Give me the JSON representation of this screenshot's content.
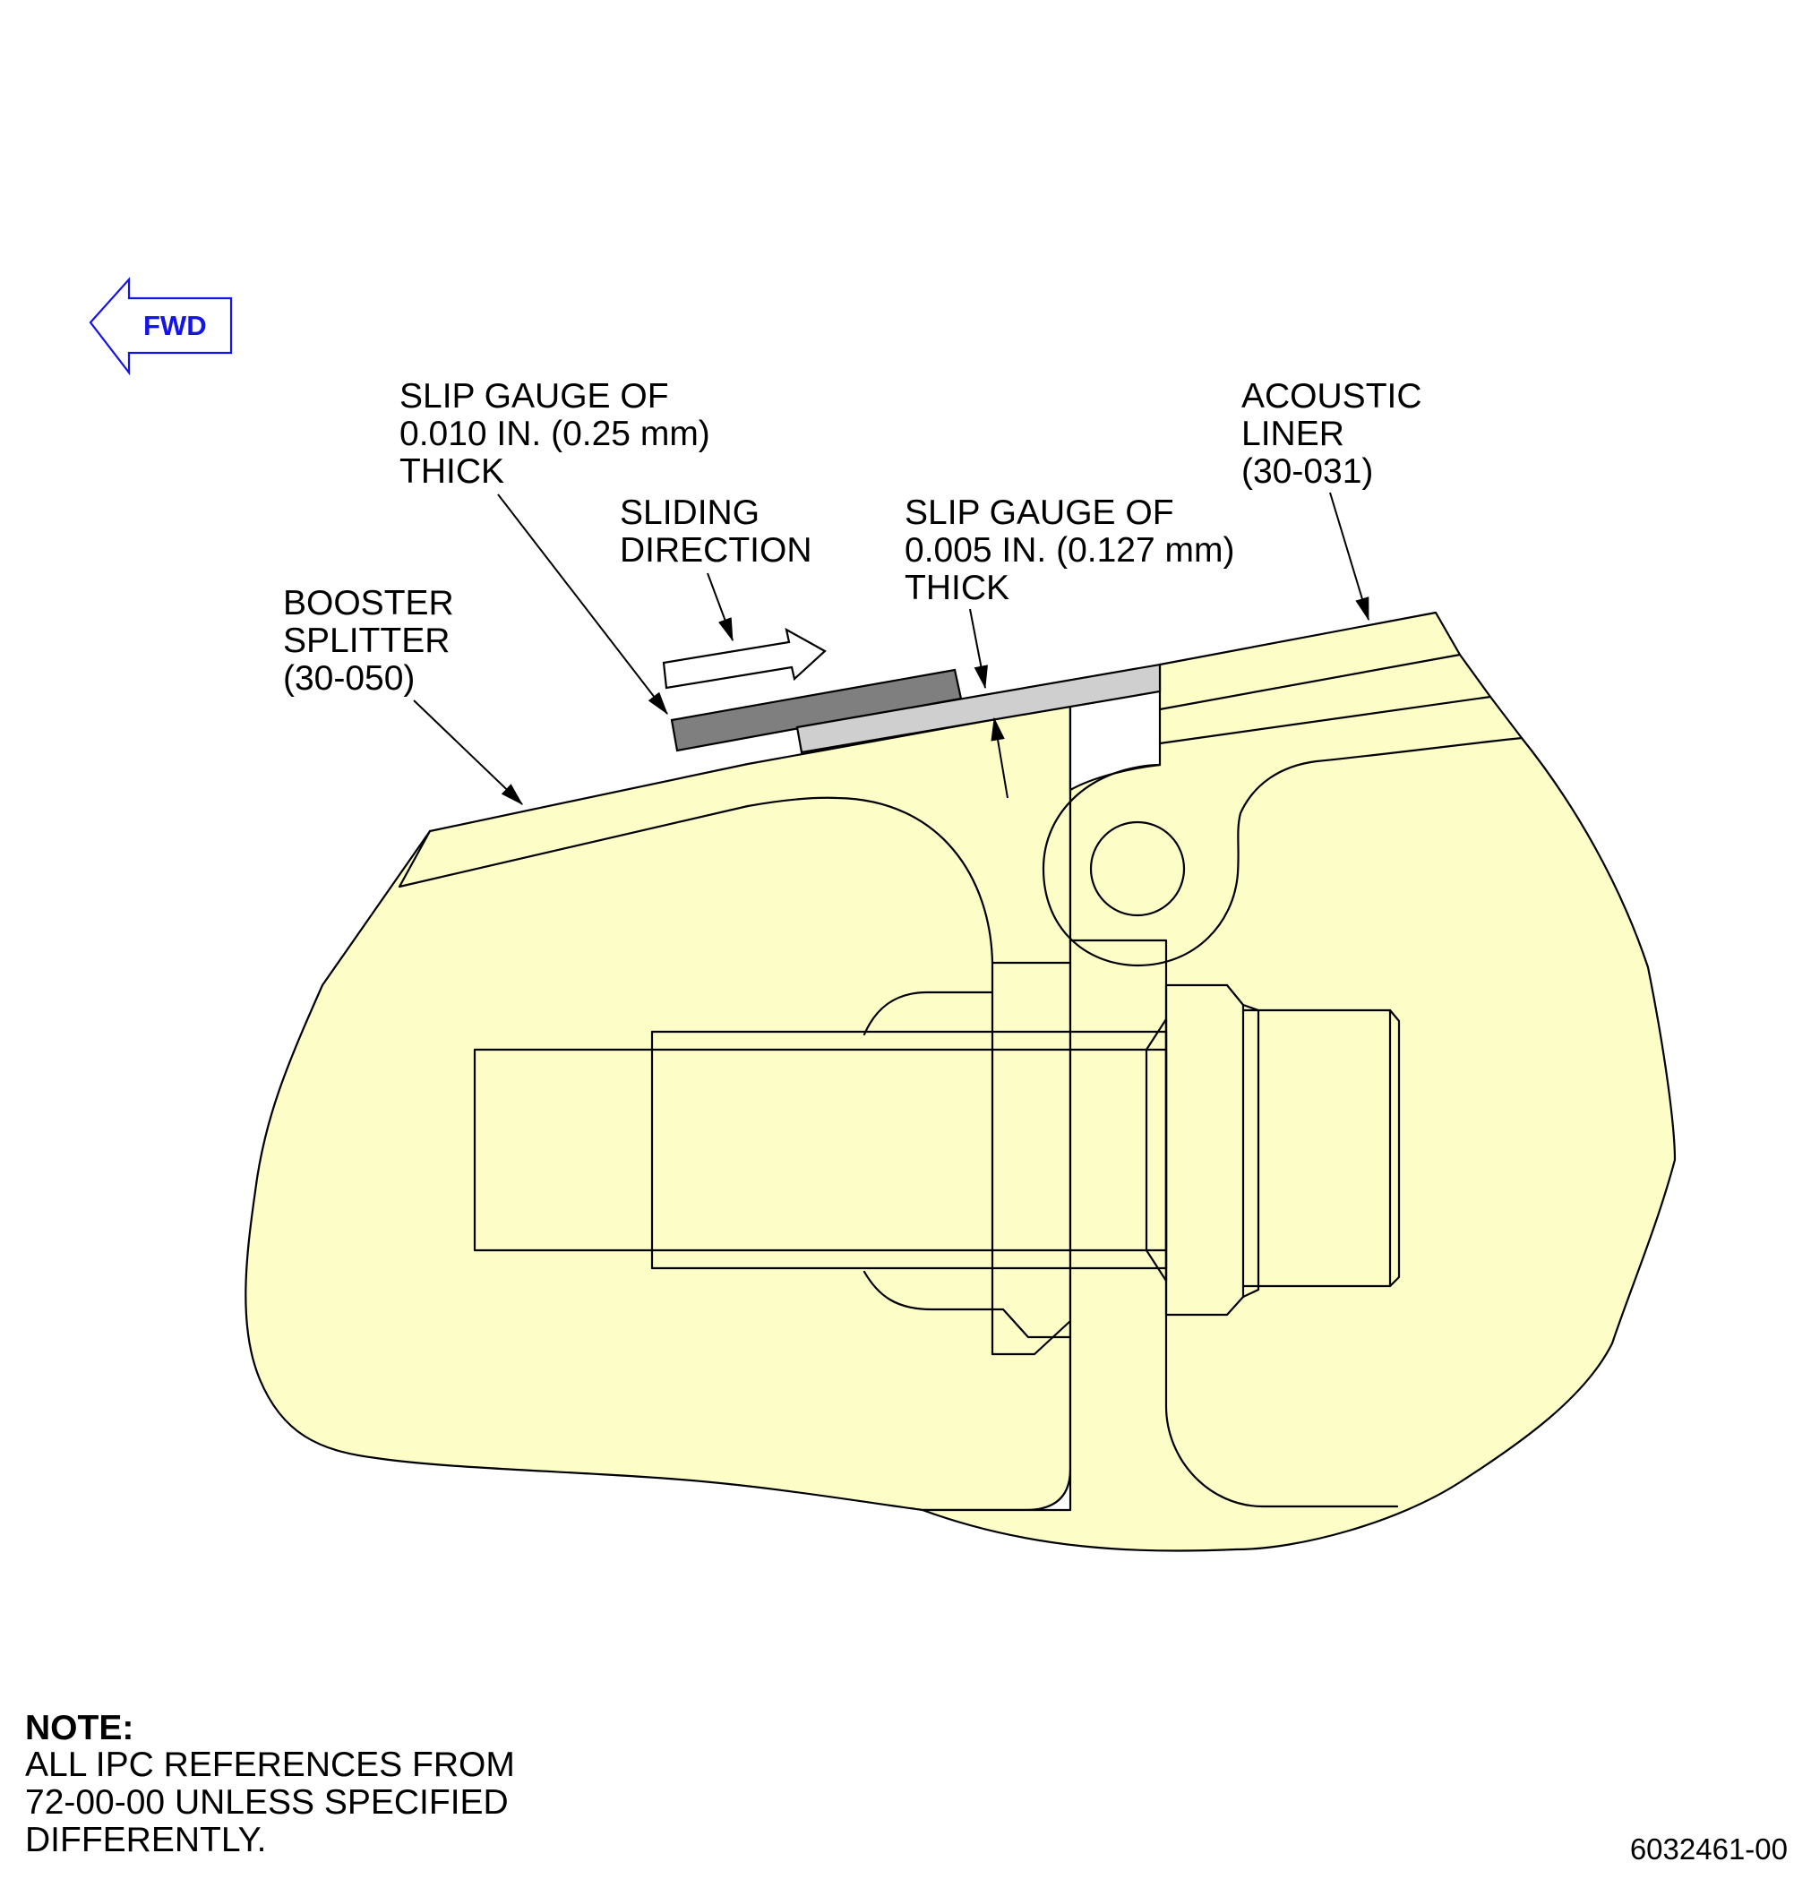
{
  "fwd_label": "FWD",
  "colors": {
    "part_fill": "#fdfdc8",
    "gauge_thick_fill": "#7f7f7f",
    "gauge_thin_fill": "#cfcfcf",
    "fwd_color": "#1414e6"
  },
  "callouts": {
    "slip_gauge_010": [
      "SLIP GAUGE OF",
      "0.010 IN. (0.25 mm)",
      "THICK"
    ],
    "sliding_direction": [
      "SLIDING",
      "DIRECTION"
    ],
    "slip_gauge_005": [
      "SLIP GAUGE OF",
      "0.005 IN. (0.127 mm)",
      "THICK"
    ],
    "acoustic_liner": [
      "ACOUSTIC",
      "LINER",
      "(30-031)"
    ],
    "booster_splitter": [
      "BOOSTER",
      "SPLITTER",
      "(30-050)"
    ]
  },
  "note": {
    "title": "NOTE:",
    "lines": [
      "ALL IPC REFERENCES FROM",
      "72-00-00 UNLESS SPECIFIED",
      "DIFFERENTLY."
    ]
  },
  "figure_number": "6032461-00"
}
